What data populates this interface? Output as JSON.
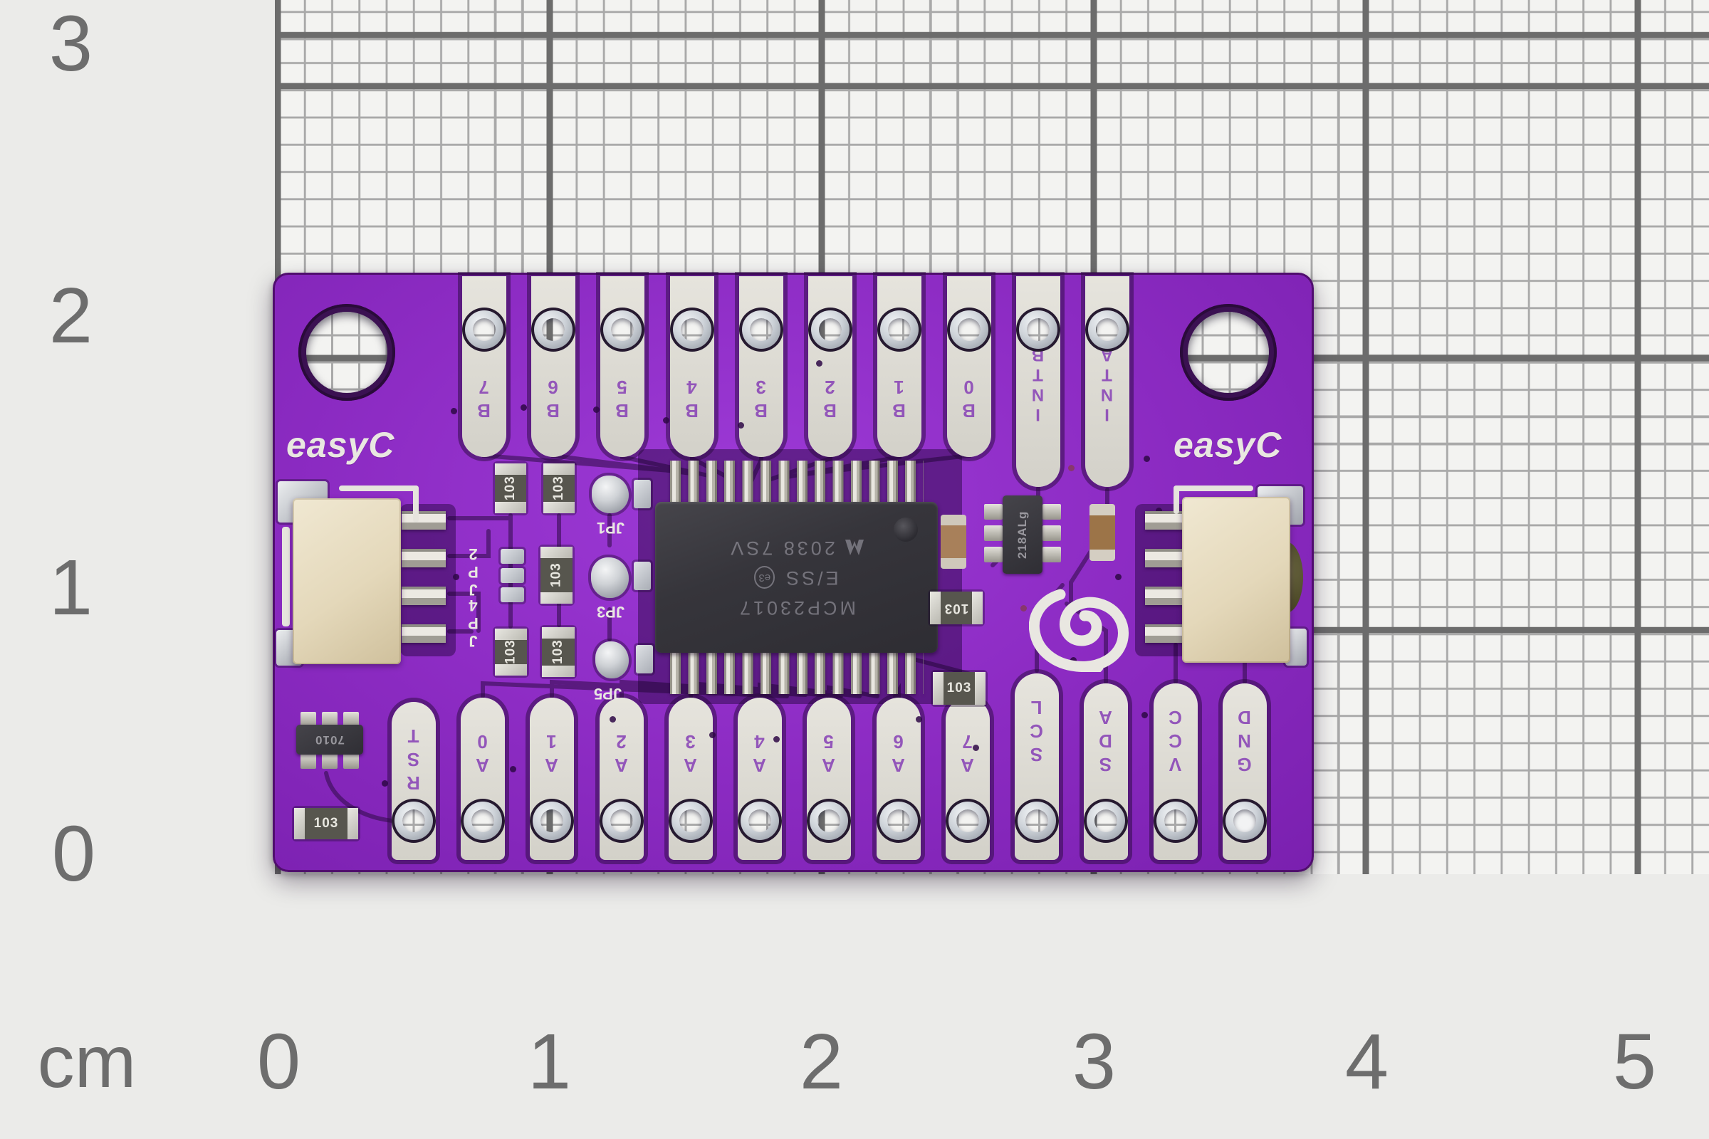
{
  "ruler": {
    "unit": "cm",
    "bottom_numbers": [
      "0",
      "1",
      "2",
      "3",
      "4",
      "5"
    ],
    "left_numbers": [
      "3",
      "2",
      "1",
      "0"
    ]
  },
  "pcb": {
    "brand_left": "easyC",
    "brand_right": "easyC",
    "top_pads": [
      "B7",
      "B6",
      "B5",
      "B4",
      "B3",
      "B2",
      "B1",
      "B0",
      "INTB",
      "INTA"
    ],
    "bottom_pads": [
      "RST",
      "A0",
      "A1",
      "A2",
      "A3",
      "A4",
      "A5",
      "A6",
      "A7",
      "SCL",
      "SDA",
      "VCC",
      "GND"
    ],
    "ic": {
      "line1": "MCP23017",
      "line2": "E/SS",
      "lead_free_mark": "e3",
      "line3": "2038 7SV"
    },
    "small_ic_marking": "218ALg",
    "regulator_marking": "7010",
    "resistor_code": "103",
    "jumpers": [
      "JP1",
      "JP2",
      "JP3",
      "JP4",
      "JP5"
    ]
  },
  "colors": {
    "soldermask": "#8d2cc4",
    "silkscreen": "#e6e4dd",
    "paper": "#f3f3f1",
    "grid_minor": "#a9a9a9",
    "grid_major": "#6c6c6c",
    "ruler_text": "#6d6d6d",
    "chip_body": "#38363c",
    "connector_body": "#e4d8ba"
  }
}
